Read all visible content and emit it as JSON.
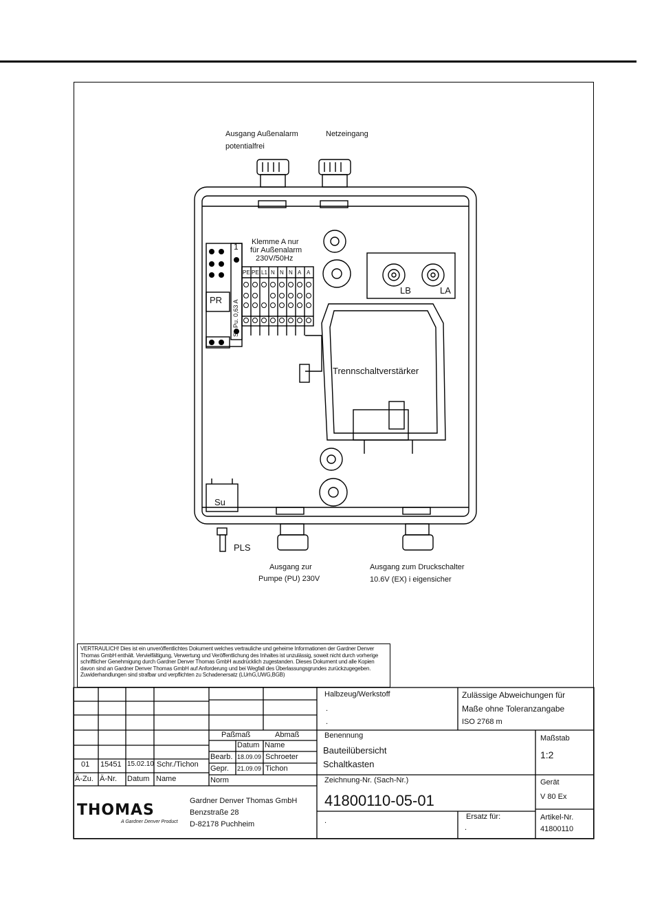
{
  "diagram": {
    "label_out_alarm_line1": "Ausgang Außenalarm",
    "label_out_alarm_line2": "potentialfrei",
    "label_mains": "Netzeingang",
    "label_klemme_1": "Klemme A nur",
    "label_klemme_2": "für Außenalarm",
    "label_klemme_3": "230V/50Hz",
    "terminal_number": "1",
    "terminal_heads": [
      "PE",
      "PE",
      "L1",
      "N",
      "N",
      "N",
      "A",
      "A"
    ],
    "fuse_label": "Si. Pu. 0,63 A",
    "pr_label": "PR",
    "lb_label": "LB",
    "la_label": "LA",
    "amplifier_label": "Trennschaltverstärker",
    "su_label": "Su",
    "pls_label": "PLS",
    "label_pump_1": "Ausgang zur",
    "label_pump_2": "Pumpe (PU) 230V",
    "label_pressure_1": "Ausgang zum Druckschalter",
    "label_pressure_2": "10.6V (EX) i eigensicher"
  },
  "confidential": "VERTRAULICH! Dies ist ein unveröffentlichtes Dokument welches vertrauliche und geheime Informationen der Gardner Denver Thomas GmbH enthält. Vervielfältigung, Verwertung und Veröffentlichung des Inhaltes ist unzulässig, soweit nicht durch vorherige schriftlicher Genehmigung durch Gardner Denver Thomas GmbH ausdrücklich zugestanden. Dieses Dokument und alle Kopien davon sind an Gardner Denver Thomas GmbH auf Anforderung und bei Wegfall des Überlassungsgrundes zurückzugegeben. Zuwiderhandlungen sind strafbar und verpflichten zu Schadenersatz (LUrhG,UWG,BGB)",
  "title_block": {
    "rev_row": [
      "01",
      "15451",
      "15.02.10",
      "Schr./Tichon"
    ],
    "rev_head": [
      "Ä-Zu.",
      "Ä-Nr.",
      "Datum",
      "Name"
    ],
    "passmass": "Paßmaß",
    "abmass": "Abmaß",
    "datum": "Datum",
    "name": "Name",
    "bearb": "Bearb.",
    "bearb_date": "18.09.09",
    "bearb_name": "Schroeter",
    "gepr": "Gepr.",
    "gepr_date": "21.09.09",
    "gepr_name": "Tichon",
    "norm": "Norm",
    "halbzeug": "Halbzeug/Werkstoff",
    "dot": ".",
    "zul_1": "Zulässige Abweichungen für",
    "zul_2": "Maße ohne Toleranzangabe",
    "zul_3": "ISO 2768 m",
    "benennung": "Benennung",
    "benennung_1": "Bauteilübersicht",
    "benennung_2": "Schaltkasten",
    "massstab_label": "Maßstab",
    "massstab": "1:2",
    "zeichnung_label": "Zeichnung-Nr. (Sach-Nr.)",
    "zeichnung_nr": "41800110-05-01",
    "geraet_label": "Gerät",
    "geraet": "V 80 Ex",
    "ersatz_label": "Ersatz für:",
    "artikel_label": "Artikel-Nr.",
    "artikel": "41800110",
    "company_1": "Gardner Denver Thomas GmbH",
    "company_2": "Benzstraße 28",
    "company_3": "D-82178 Puchheim",
    "logo": "THOMAS",
    "logo_sub": "A Gardner Denver Product"
  }
}
